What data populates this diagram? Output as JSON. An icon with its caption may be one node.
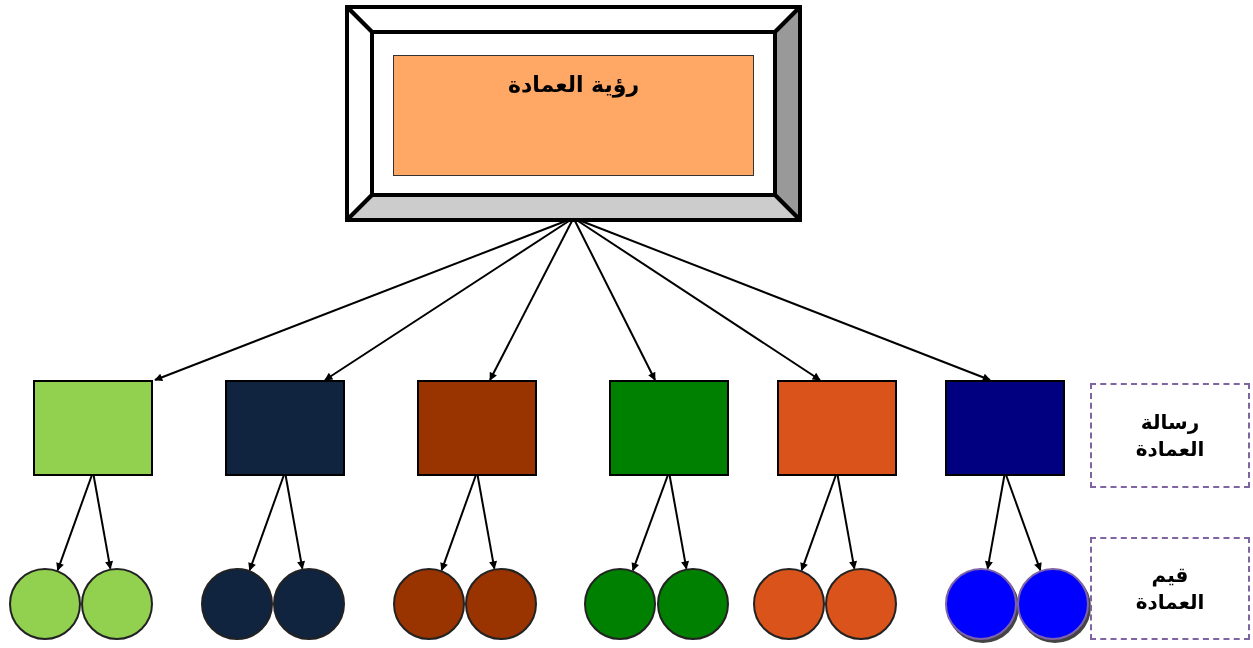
{
  "diagram": {
    "nodes": [
      {
        "text": [
          "رؤية العمادة"
        ]
      },
      {
        "text": [],
        "shape": "box"
      },
      {
        "text": [],
        "shape": "box"
      },
      {
        "text": [],
        "shape": "box"
      },
      {
        "text": [],
        "shape": "box"
      },
      {
        "text": [],
        "shape": "box"
      },
      {
        "text": [],
        "shape": "box"
      },
      {
        "text": [],
        "shape": "circle"
      },
      {
        "text": [],
        "shape": "circle"
      },
      {
        "text": [],
        "shape": "circle"
      },
      {
        "text": [],
        "shape": "circle"
      },
      {
        "text": [],
        "shape": "circle"
      },
      {
        "text": [],
        "shape": "circle"
      },
      {
        "text": [],
        "shape": "circle"
      },
      {
        "text": [],
        "shape": "circle"
      },
      {
        "text": [],
        "shape": "circle"
      },
      {
        "text": [],
        "shape": "circle"
      },
      {
        "text": [],
        "shape": "circle"
      },
      {
        "text": [],
        "shape": "circle"
      },
      {
        "text": [
          "رسالة العمادة"
        ]
      },
      {
        "text": [
          "قيم العمادة"
        ]
      }
    ],
    "edges": [
      {
        "from": 0,
        "to": 1,
        "arrow": "to"
      },
      {
        "from": 0,
        "to": 2,
        "arrow": "to"
      },
      {
        "from": 0,
        "to": 3,
        "arrow": "to"
      },
      {
        "from": 0,
        "to": 4,
        "arrow": "to"
      },
      {
        "from": 0,
        "to": 5,
        "arrow": "to"
      },
      {
        "from": 0,
        "to": 6,
        "arrow": "to"
      },
      {
        "from": 1,
        "to": 7,
        "arrow": "to"
      },
      {
        "from": 1,
        "to": 8,
        "arrow": "to"
      },
      {
        "from": 2,
        "to": 9,
        "arrow": "to"
      },
      {
        "from": 2,
        "to": 10,
        "arrow": "to"
      },
      {
        "from": 3,
        "to": 11,
        "arrow": "to"
      },
      {
        "from": 3,
        "to": 12,
        "arrow": "to"
      },
      {
        "from": 4,
        "to": 13,
        "arrow": "to"
      },
      {
        "from": 4,
        "to": 14,
        "arrow": "to"
      },
      {
        "from": 5,
        "to": 15,
        "arrow": "to"
      },
      {
        "from": 5,
        "to": 16,
        "arrow": "to"
      },
      {
        "from": 6,
        "to": 17,
        "arrow": "to"
      },
      {
        "from": 6,
        "to": 18,
        "arrow": "to"
      }
    ]
  }
}
